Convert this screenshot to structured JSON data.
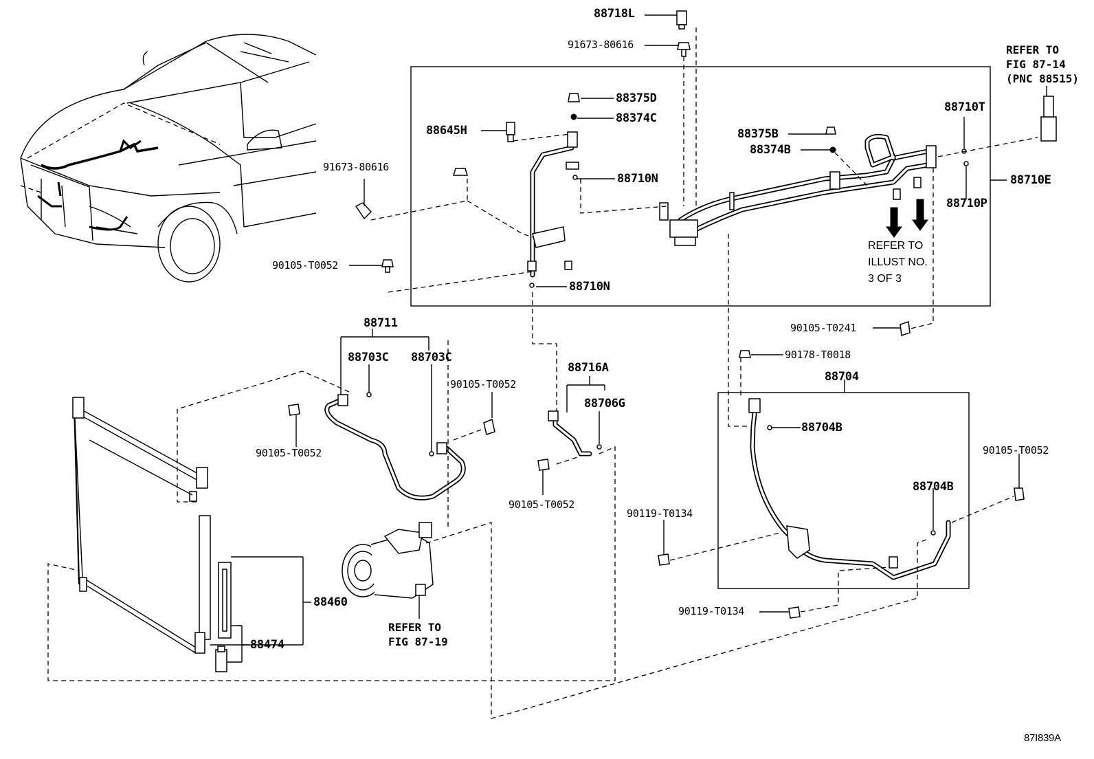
{
  "labels": {
    "p88718L": "88718L",
    "p91673_top": "91673-80616",
    "p88375D": "88375D",
    "p88374C": "88374C",
    "p88645H": "88645H",
    "p91673_left": "91673-80616",
    "p88710N_top": "88710N",
    "p90105_left": "90105-T0052",
    "p88710N_bottom": "88710N",
    "p88375B": "88375B",
    "p88374B": "88374B",
    "p88710T": "88710T",
    "p88710E": "88710E",
    "p88710P": "88710P",
    "p88711": "88711",
    "p88703C_a": "88703C",
    "p88703C_b": "88703C",
    "p90105_mid": "90105-T0052",
    "p90105_tube": "90105-T0052",
    "p88716A": "88716A",
    "p88706G": "88706G",
    "p90105_lower": "90105-T0052",
    "p90105_T0241": "90105-T0241",
    "p90178": "90178-T0018",
    "p88704": "88704",
    "p88704B_a": "88704B",
    "p88704B_b": "88704B",
    "p90105_right": "90105-T0052",
    "p90119_a": "90119-T0134",
    "p90119_b": "90119-T0134",
    "p88460": "88460",
    "p88474": "88474",
    "figure_id": "87I839A"
  },
  "references": {
    "ref_fig_87_14": "REFER TO\nFIG 87-14\n(PNC 88515)",
    "ref_illust": "REFER TO\nILLUST NO.\n3 OF 3",
    "ref_fig_87_19": "REFER TO\nFIG 87-19"
  }
}
